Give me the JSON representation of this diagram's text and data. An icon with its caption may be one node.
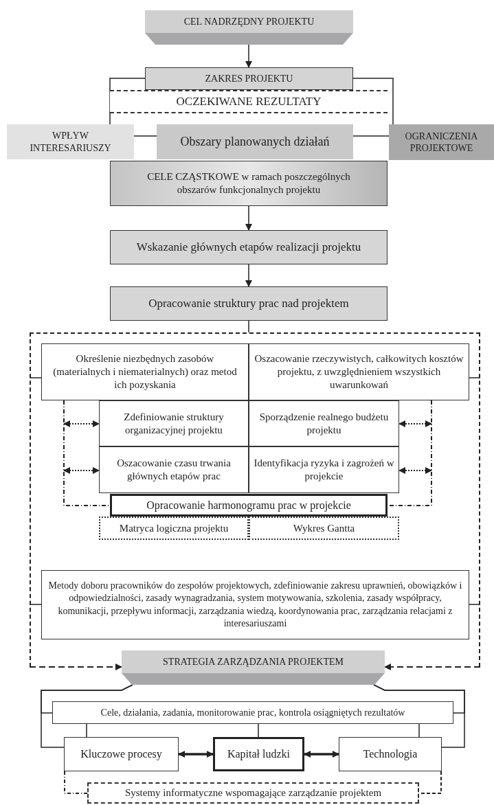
{
  "diagram": {
    "nodes": [
      {
        "text": [
          "CEL NADRZĘDNY PROJEKTU"
        ]
      },
      {
        "text": [
          "ZAKRES PROJEKTU"
        ]
      },
      {
        "text": [
          "OCZEKIWANE REZULTATY"
        ]
      },
      {
        "text": [
          "WPŁYW INTERESARIUSZY"
        ]
      },
      {
        "text": [
          "Obszary planowanych działań"
        ]
      },
      {
        "text": [
          "OGRANICZENIA PROJEKTOWE"
        ]
      },
      {
        "text": [
          "CELE CZĄSTKOWE w ramach poszczególnych obszarów funkcjonalnych projektu"
        ]
      },
      {
        "text": [
          "Wskazanie głównych etapów realizacji projektu"
        ]
      },
      {
        "text": [
          "Opracowanie struktury prac nad projektem"
        ]
      },
      {
        "text": [],
        "shape": "box"
      },
      {
        "text": [
          "Określenie niezbędnych zasobów (materialnych i niematerialnych) oraz metod ich pozyskania"
        ],
        "in": 9
      },
      {
        "text": [
          "Oszacowanie rzeczywistych, całkowitych kosztów projektu, z uwzględnieniem wszystkich uwarunkowań"
        ],
        "in": 9
      },
      {
        "text": [
          "Zdefiniowanie struktury organizacyjnej projektu"
        ],
        "in": 9
      },
      {
        "text": [
          "Sporządzenie realnego budżetu projektu"
        ],
        "in": 9
      },
      {
        "text": [
          "Oszacowanie czasu trwania głównych etapów prac"
        ],
        "in": 9
      },
      {
        "text": [
          "Identyfikacja ryzyka i zagrożeń w projekcie"
        ],
        "in": 9
      },
      {
        "text": [
          "Opracowanie harmonogramu prac w projekcie"
        ],
        "in": 9
      },
      {
        "text": [
          "Matryca logiczna projektu"
        ],
        "in": 9
      },
      {
        "text": [
          "Wykres Gantta"
        ],
        "in": 9
      },
      {
        "text": [
          "Metody doboru pracowników do zespołów projektowych, zdefiniowanie zakresu uprawnień, obowiązków i odpowiedzialności, zasady wynagradzania, system motywowania, szkolenia, zasady współpracy, komunikacji, przepływu informacji, zarządzania wiedzą, koordynowania prac, zarządzania relacjami z interesariuszami"
        ],
        "in": 9
      },
      {
        "text": [
          "STRATEGIA ZARZĄDZANIA PROJEKTEM"
        ]
      },
      {
        "text": [
          "Cele, działania, zadania, monitorowanie prac, kontrola osiągniętych rezultatów"
        ]
      },
      {
        "text": [
          "Kluczowe procesy"
        ]
      },
      {
        "text": [
          "Kapitał ludzki"
        ]
      },
      {
        "text": [
          "Technologia"
        ]
      },
      {
        "text": [
          "Systemy informatyczne wspomagające zarządzanie projektem"
        ]
      }
    ],
    "edges": [
      {
        "from": 0,
        "to": 1,
        "arrow": "to"
      },
      {
        "from": 1,
        "to": 3,
        "arrow": "none"
      },
      {
        "from": 3,
        "to": 4,
        "arrow": "none"
      },
      {
        "from": 1,
        "to": 5,
        "arrow": "none"
      },
      {
        "from": 5,
        "to": 4,
        "arrow": "none"
      },
      {
        "from": 6,
        "to": 7,
        "arrow": "to"
      },
      {
        "from": 7,
        "to": 8,
        "arrow": "to"
      },
      {
        "from": 8,
        "to": 9,
        "arrow": "none"
      },
      {
        "from": 9,
        "to": 20,
        "arrow": "to",
        "style": "dashed"
      },
      {
        "from": 9,
        "to": 20,
        "arrow": "to",
        "style": "dashed"
      },
      {
        "from": 10,
        "to": 16,
        "arrow": "none",
        "style": "dashed"
      },
      {
        "from": 11,
        "to": 16,
        "arrow": "none",
        "style": "dashed"
      },
      {
        "from": null,
        "to": 12,
        "arrow": "both",
        "style": "dashed"
      },
      {
        "from": null,
        "to": 14,
        "arrow": "both",
        "style": "dashed"
      },
      {
        "from": null,
        "to": 13,
        "arrow": "both",
        "style": "dashed"
      },
      {
        "from": null,
        "to": 15,
        "arrow": "both",
        "style": "dashed"
      },
      {
        "from": 20,
        "to": 22,
        "arrow": "none"
      },
      {
        "from": 20,
        "to": 21,
        "arrow": "none"
      },
      {
        "from": 20,
        "to": 24,
        "arrow": "none"
      },
      {
        "from": 20,
        "to": 21,
        "arrow": "none"
      },
      {
        "from": 21,
        "to": 22,
        "arrow": "none"
      },
      {
        "from": 21,
        "to": 23,
        "arrow": "none"
      },
      {
        "from": 21,
        "to": 24,
        "arrow": "none"
      },
      {
        "from": 22,
        "to": 23,
        "arrow": "both",
        "style": "thick"
      },
      {
        "from": 23,
        "to": 24,
        "arrow": "both",
        "style": "thick"
      },
      {
        "from": 22,
        "to": 25,
        "arrow": "none",
        "style": "dashed"
      },
      {
        "from": 24,
        "to": 25,
        "arrow": "none",
        "style": "dashed"
      },
      {
        "from": 9,
        "to": 10,
        "arrow": "none"
      },
      {
        "from": 9,
        "to": 11,
        "arrow": "none"
      },
      {
        "from": 9,
        "to": 19,
        "arrow": "none"
      },
      {
        "from": 9,
        "to": 19,
        "arrow": "none"
      }
    ]
  }
}
